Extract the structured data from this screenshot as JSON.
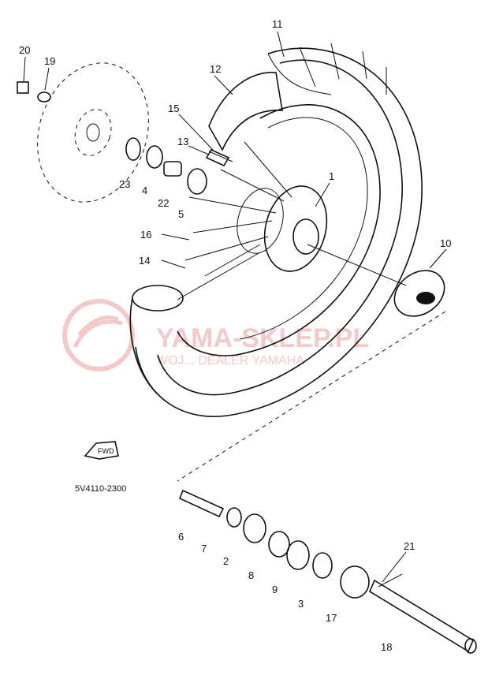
{
  "diagram": {
    "part_code": "5V4110-2300",
    "fwd_label": "FWD",
    "callouts": [
      "1",
      "2",
      "3",
      "4",
      "5",
      "6",
      "7",
      "8",
      "9",
      "10",
      "11",
      "12",
      "13",
      "14",
      "15",
      "16",
      "17",
      "18",
      "19",
      "20",
      "21",
      "22",
      "23"
    ],
    "watermark": {
      "main": "YAMA-SKLEP.PL",
      "sub": "WOJ... DEALER YAMAHA"
    },
    "colors": {
      "ink": "#111111",
      "watermark": "#e06666"
    }
  }
}
